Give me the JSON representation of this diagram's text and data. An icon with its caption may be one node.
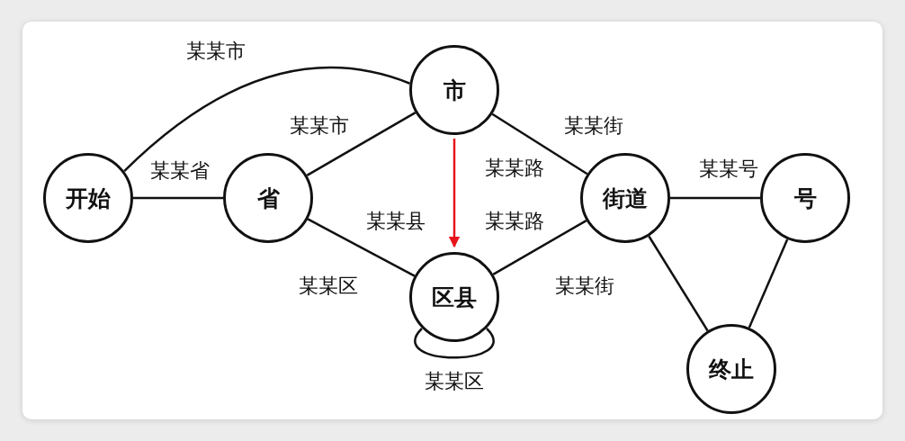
{
  "diagram": {
    "nodes": [
      {
        "text": [
          "开始"
        ]
      },
      {
        "text": [
          "省"
        ]
      },
      {
        "text": [
          "市"
        ]
      },
      {
        "text": [
          "区县"
        ]
      },
      {
        "text": [
          "街道"
        ]
      },
      {
        "text": [
          "号"
        ]
      },
      {
        "text": [
          "终止"
        ]
      }
    ],
    "edges": [
      {
        "from": 0,
        "to": 1,
        "arrow": "none",
        "label": "某某省"
      },
      {
        "from": 0,
        "to": 2,
        "arrow": "none",
        "label": "某某市"
      },
      {
        "from": 1,
        "to": 2,
        "arrow": "none",
        "label": "某某市"
      },
      {
        "from": 1,
        "to": 3,
        "arrow": "none",
        "label": "某某区"
      },
      {
        "from": 2,
        "to": 3,
        "arrow": "to",
        "color": "#e8141b"
      },
      {
        "from": 3,
        "to": 3,
        "arrow": "none",
        "label": "某某区"
      },
      {
        "from": 2,
        "to": 4,
        "arrow": "none",
        "label": "某某街"
      },
      {
        "from": 3,
        "to": 4,
        "arrow": "none",
        "label": "某某街"
      },
      {
        "from": 4,
        "to": 5,
        "arrow": "none",
        "label": "某某号"
      },
      {
        "from": 4,
        "to": 6,
        "arrow": "none"
      },
      {
        "from": 5,
        "to": 6,
        "arrow": "none"
      }
    ],
    "labels": [
      "某某路",
      "某某县",
      "某某路"
    ]
  }
}
